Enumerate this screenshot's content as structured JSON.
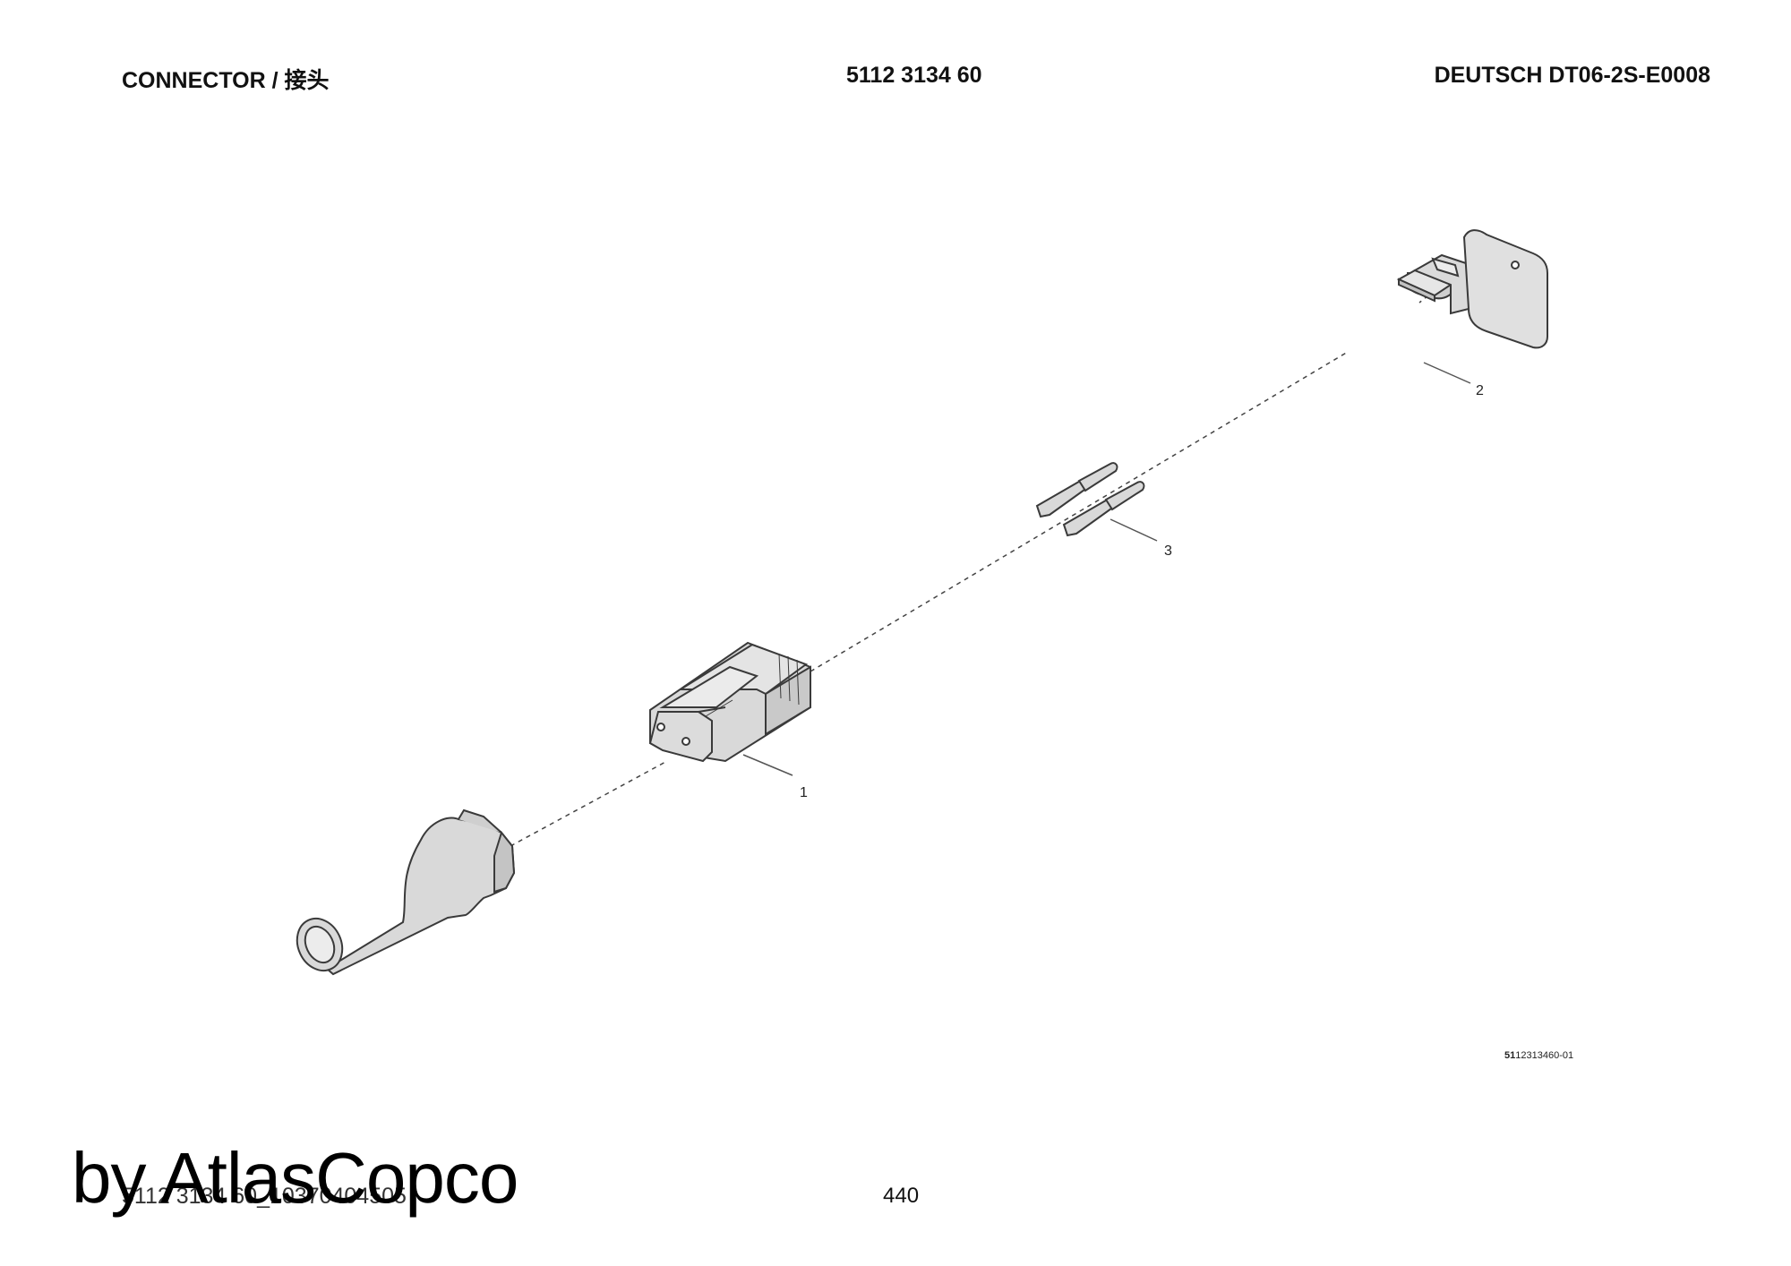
{
  "header": {
    "left": "CONNECTOR / 接头",
    "center": "5112 3134 60",
    "right": "DEUTSCH DT06-2S-E0008"
  },
  "callouts": {
    "item1": "1",
    "item2": "2",
    "item3": "3"
  },
  "drawing_id": {
    "prefix": "51",
    "rest": "12313460-01"
  },
  "footer": {
    "doc_id": "5112 3134 60_10370404505",
    "brand": "by AtlasCopco",
    "page_number": "440"
  },
  "colors": {
    "part_fill": "#d9d9d9",
    "part_stroke": "#3a3a3a",
    "leader": "#555555"
  }
}
